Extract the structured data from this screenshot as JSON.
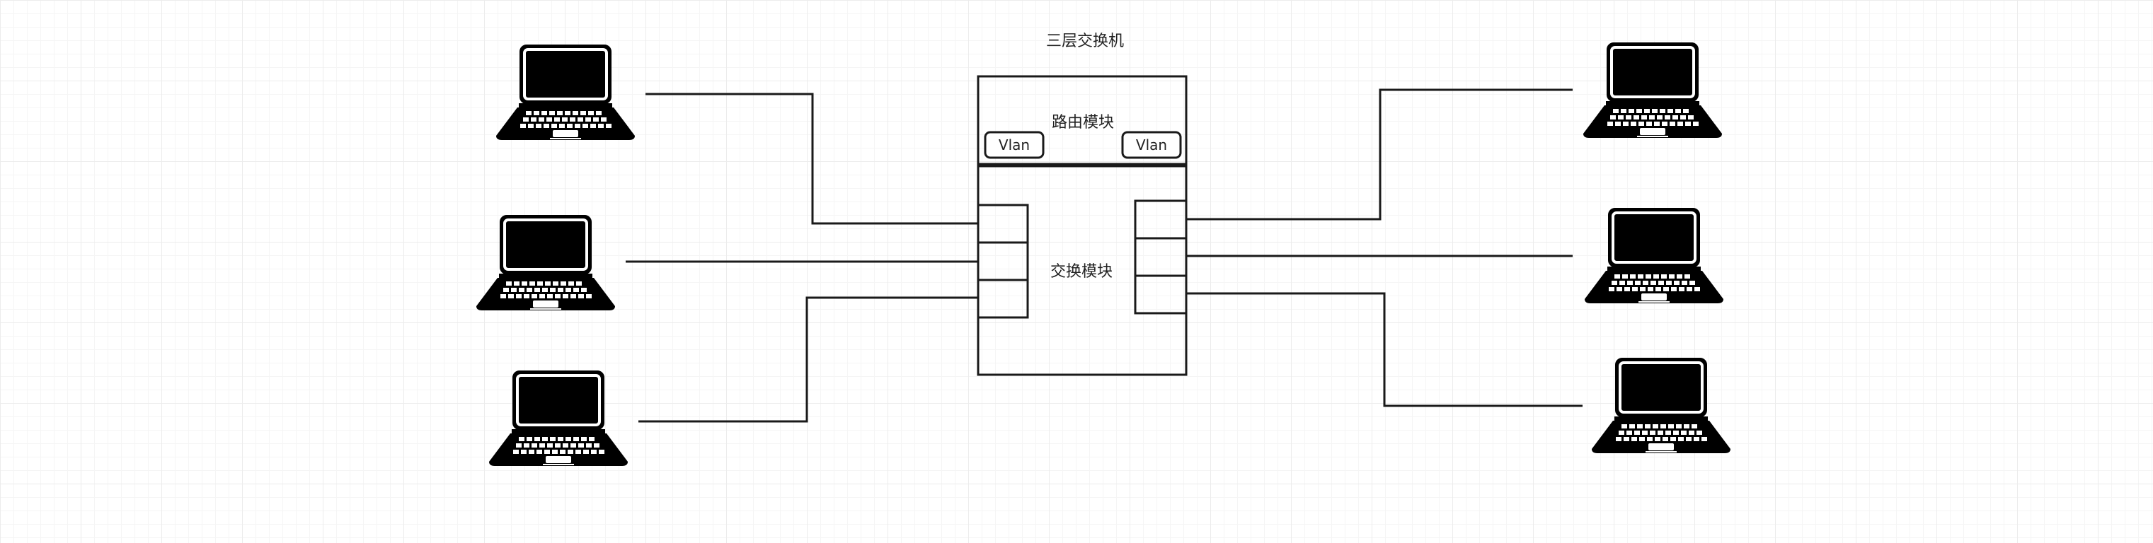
{
  "diagram": {
    "title": "三层交换机",
    "routing_module_label": "路由模块",
    "switching_module_label": "交换模块",
    "vlan_left_label": "Vlan",
    "vlan_right_label": "Vlan"
  }
}
